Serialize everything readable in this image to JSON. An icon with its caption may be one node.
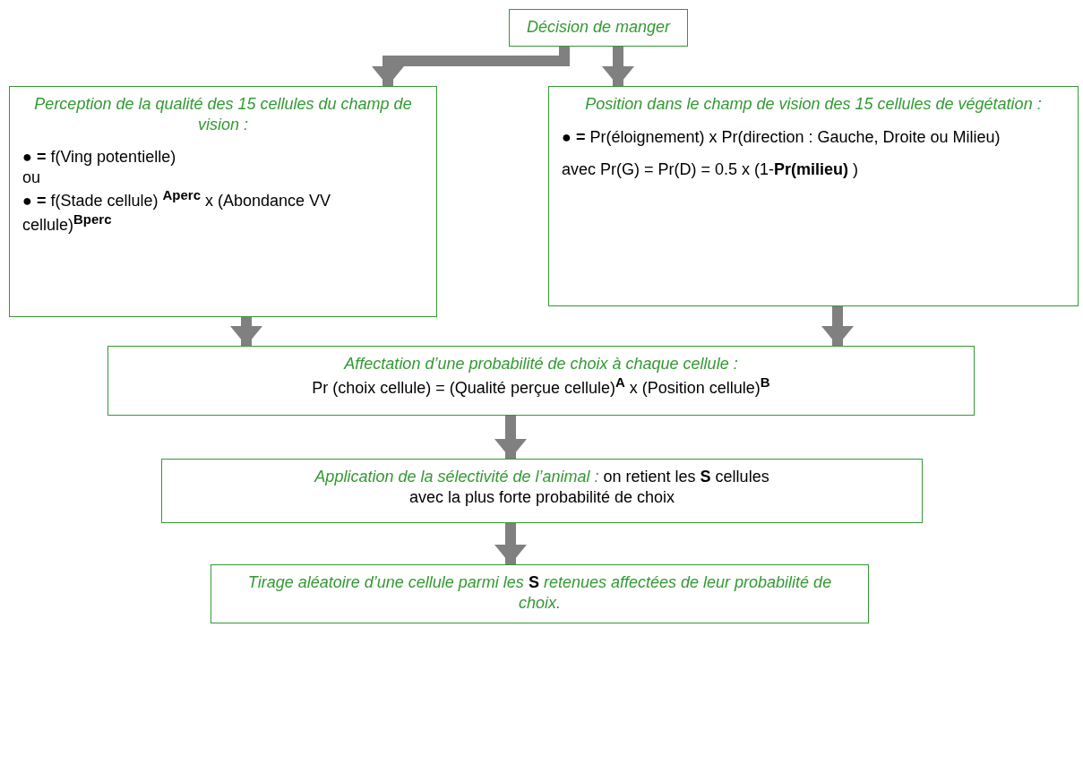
{
  "diagram": {
    "nodes": [
      {
        "text": [
          "Décision de manger"
        ]
      },
      {
        "text": [
          "Perception de la qualité des 15 cellules du champ de vision :",
          "● **=** f(Ving potentielle)",
          "ou",
          "● **=** f(Stade cellule) $^{Aperc}$ x (Abondance VV cellule)$^{Bperc}$"
        ]
      },
      {
        "text": [
          "Position dans le champ de vision des 15 cellules de végétation :",
          "● **=** Pr(éloignement) x Pr(direction : Gauche, Droite ou Milieu)",
          "avec Pr(G) = Pr(D) = 0.5 x (1-**Pr(milieu)** )"
        ]
      },
      {
        "text": [
          "Affectation d’une probabilité de choix à chaque cellule :",
          "Pr (choix cellule) = (Qualité perçue cellule)$^{A}$ x (Position cellule)$^{B}$"
        ]
      },
      {
        "text": [
          "*Application de la sélectivité de l’animal :* on retient les **S** cellules avec la plus forte probabilité de choix"
        ]
      },
      {
        "text": [
          "*Tirage aléatoire d’une cellule parmi les* **S** *retenues affectées de leur probabilité de choix.*"
        ]
      }
    ],
    "edges": [
      {
        "from": 0,
        "to": 1,
        "arrow": "to"
      },
      {
        "from": 0,
        "to": 2,
        "arrow": "to"
      },
      {
        "from": 1,
        "to": 3,
        "arrow": "to"
      },
      {
        "from": 2,
        "to": 3,
        "arrow": "to"
      },
      {
        "from": 3,
        "to": 4,
        "arrow": "to"
      },
      {
        "from": 4,
        "to": 5,
        "arrow": "to"
      }
    ]
  }
}
